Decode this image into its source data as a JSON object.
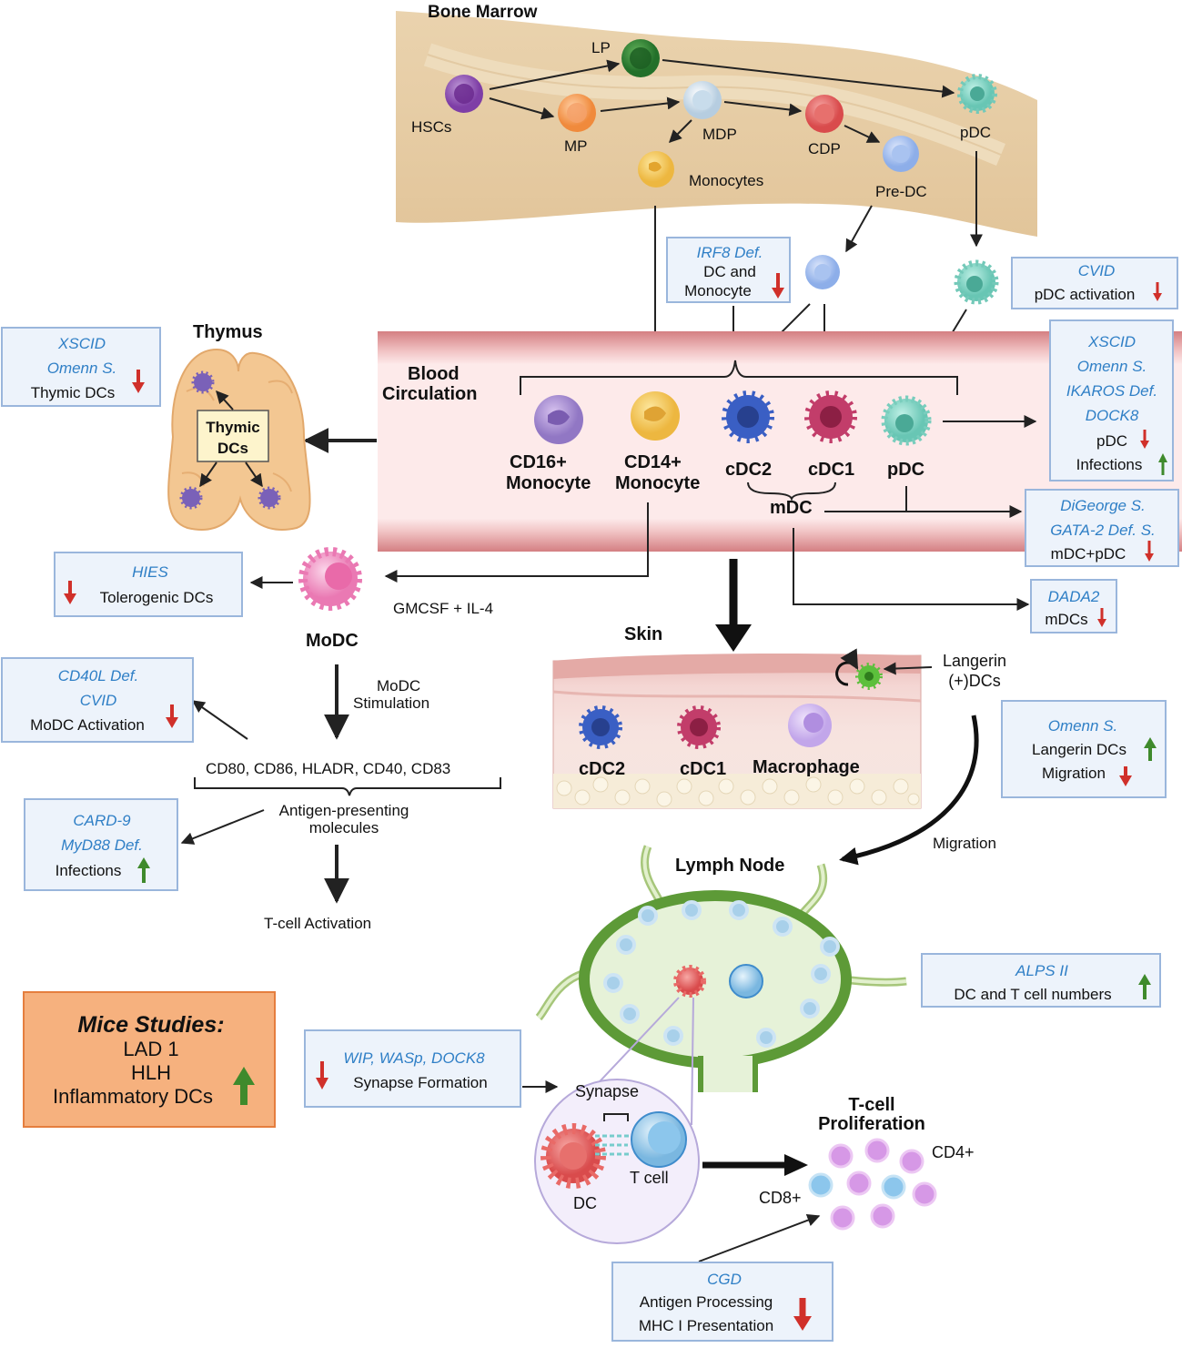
{
  "regions": {
    "bone_marrow": "Bone Marrow",
    "thymus": "Thymus",
    "blood": [
      "Blood",
      "Circulation"
    ],
    "skin": "Skin",
    "lymph_node": "Lymph Node",
    "thymic_dcs": [
      "Thymic",
      "DCs"
    ]
  },
  "marrow_cells": {
    "hsc": "HSCs",
    "lp": "LP",
    "mp": "MP",
    "mdp": "MDP",
    "cdp": "CDP",
    "pdc": "pDC",
    "monocytes": "Monocytes",
    "pre_dc": "Pre-DC"
  },
  "blood_cells": {
    "cd16": [
      "CD16+",
      "Monocyte"
    ],
    "cd14": [
      "CD14+",
      "Monocyte"
    ],
    "cdc2": "cDC2",
    "cdc1": "cDC1",
    "pdc": "pDC",
    "mdc": "mDC"
  },
  "skin_cells": {
    "cdc2": "cDC2",
    "cdc1": "cDC1",
    "macrophage": "Macrophage",
    "langerin": [
      "Langerin",
      "(+)DCs"
    ]
  },
  "modc": {
    "title": "MoDC",
    "gmcsf": "GMCSF + IL-4",
    "stimulation": [
      "MoDC",
      "Stimulation"
    ],
    "markers": "CD80, CD86, HLADR, CD40, CD83",
    "apm": [
      "Antigen-presenting",
      "molecules"
    ],
    "tcell_activation": "T-cell Activation"
  },
  "lymph": {
    "migration": "Migration",
    "synapse": "Synapse",
    "tcell": "T cell",
    "dc": "DC",
    "proliferation": [
      "T-cell",
      "Proliferation"
    ],
    "cd4": "CD4+",
    "cd8": "CD8+"
  },
  "disease_boxes": {
    "irf8": {
      "italic": [
        "IRF8 Def."
      ],
      "text": [
        "DC and",
        "Monocyte"
      ],
      "trend": "down"
    },
    "cvid_pdc": {
      "italic": [
        "CVID"
      ],
      "text": [
        "pDC activation"
      ],
      "trend": "down"
    },
    "xscid_thymus": {
      "italic": [
        "XSCID",
        "Omenn S."
      ],
      "text": [
        "Thymic DCs"
      ],
      "trend": "down"
    },
    "xscid_blood": {
      "italic": [
        "XSCID",
        "Omenn S.",
        "IKAROS Def.",
        "DOCK8"
      ],
      "text": [
        "pDC",
        "Infections"
      ],
      "trend": [
        "down",
        "up"
      ]
    },
    "digeorge": {
      "italic": [
        "DiGeorge S.",
        "GATA-2 Def. S."
      ],
      "text": [
        "mDC+pDC"
      ],
      "trend": "down"
    },
    "dada2": {
      "italic": [
        "DADA2"
      ],
      "text": [
        "mDCs"
      ],
      "trend": "down"
    },
    "hies": {
      "italic": [
        "HIES"
      ],
      "text": [
        "Tolerogenic DCs"
      ],
      "trend": "down"
    },
    "cd40l": {
      "italic": [
        "CD40L Def.",
        "CVID"
      ],
      "text": [
        "MoDC Activation"
      ],
      "trend": "down"
    },
    "card9": {
      "italic": [
        "CARD-9",
        "MyD88 Def."
      ],
      "text": [
        "Infections"
      ],
      "trend": "up"
    },
    "omenn_skin": {
      "italic": [
        "Omenn S."
      ],
      "text": [
        "Langerin DCs",
        "Migration"
      ],
      "trend": [
        "up",
        "down"
      ]
    },
    "alps": {
      "italic": [
        "ALPS II"
      ],
      "text": [
        "DC and T cell numbers"
      ],
      "trend": "up"
    },
    "wip": {
      "italic": [
        "WIP, WASp, DOCK8"
      ],
      "text": [
        "Synapse Formation"
      ],
      "trend": "down"
    },
    "cgd": {
      "italic": [
        "CGD"
      ],
      "text": [
        "Antigen Processing",
        "MHC I Presentation"
      ],
      "trend": "down"
    }
  },
  "mice": {
    "title": "Mice Studies:",
    "lines": [
      "LAD 1",
      "HLH",
      "Inflammatory DCs"
    ],
    "trend": "up"
  },
  "colors": {
    "box_fill": "#edf3fb",
    "box_stroke": "#9ab6dc",
    "italic_blue": "#2f7fc6",
    "down_red": "#d0302a",
    "up_green": "#3f8a2c",
    "mice_fill": "#f6b17e",
    "blood_band": "#d27d80"
  }
}
